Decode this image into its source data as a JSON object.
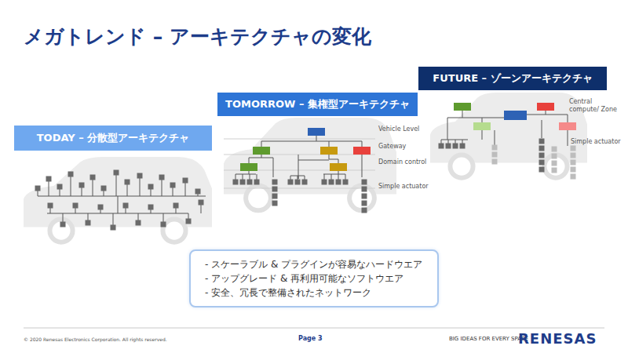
{
  "diagram": {
    "title": "メガトレンド – アーキテクチャの変化",
    "nodes": [
      {
        "text": [
          "TODAY – 分散型アーキテクチャ"
        ]
      },
      {
        "text": [
          "TOMORROW – 集権型アーキテクチャ"
        ]
      },
      {
        "text": [
          "FUTURE – ゾーンアーキテクチャ"
        ]
      },
      {
        "text": [
          "- スケーラブル & プラグインが容易なハードウエア",
          "- アップグレード & 再利用可能なソフトウエア",
          "- 安全、冗長で整備されたネットワーク"
        ]
      }
    ],
    "labels": [
      "Vehicle Level",
      "Gateway",
      "Domain control",
      "Simple actuator",
      "Central compute/ Zone",
      "Simple actuator",
      "© 2020 Renesas Electronics Corporation. All rights reserved.",
      "Page 3",
      "BIG IDEAS FOR EVERY SPACE",
      "RENESAS"
    ]
  }
}
